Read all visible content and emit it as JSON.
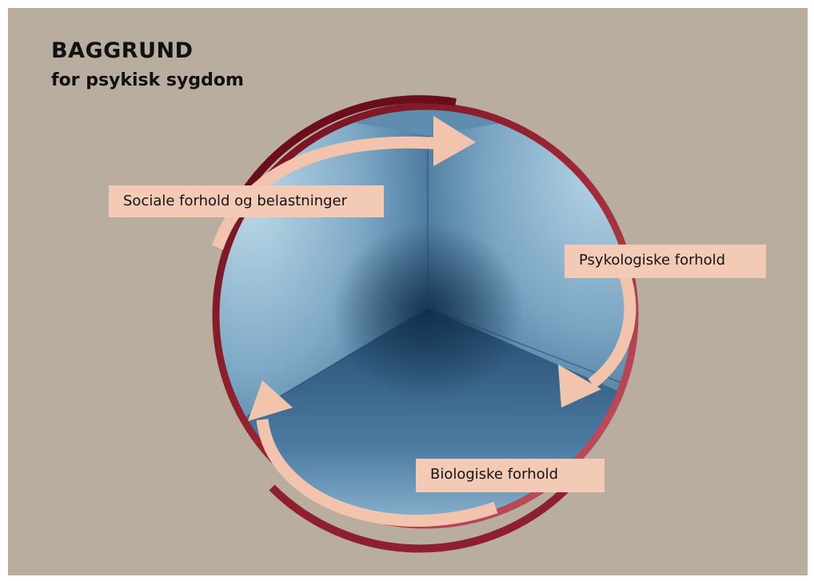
{
  "title": {
    "main": "BAGGRUND",
    "sub": "for psykisk sygdom"
  },
  "labels": {
    "social": "Sociale forhold og belastninger",
    "psychological": "Psykologiske forhold",
    "biological": "Biologiske forhold"
  },
  "colors": {
    "background": "#b8ad9e",
    "ring_dark": "#7a1424",
    "ring_light": "#c0505a",
    "arrow": "#f2c3ad",
    "label_bg": "#f3cab6",
    "sphere_light": "#a8c9dc",
    "sphere_dark": "#2d5a80"
  },
  "icons": {
    "arrow_social": "curved-arrow-icon",
    "arrow_psych": "curved-arrow-icon",
    "arrow_bio": "curved-arrow-icon"
  }
}
